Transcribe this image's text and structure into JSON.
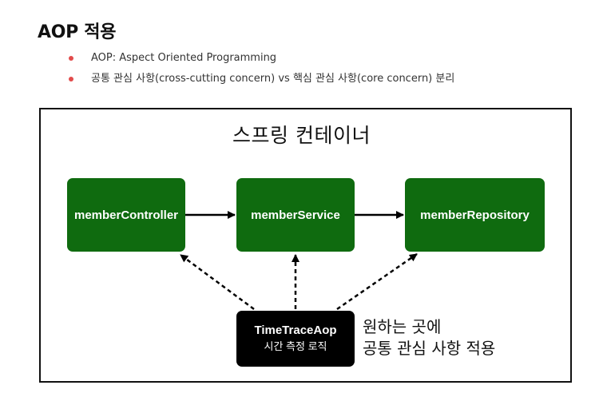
{
  "heading": "AOP 적용",
  "bullets": [
    "AOP: Aspect Oriented Programming",
    "공통 관심 사항(cross-cutting concern) vs 핵심 관심 사항(core concern) 분리"
  ],
  "diagram": {
    "container_label": "스프링 컨테이너",
    "nodes": {
      "controller": "memberController",
      "service": "memberService",
      "repository": "memberRepository"
    },
    "aop_box": {
      "title": "TimeTraceAop",
      "subtitle": "시간 측정 로직"
    },
    "note_lines": [
      "원하는 곳에",
      "공통 관심 사항 적용"
    ]
  },
  "colors": {
    "node_fill": "#0f6b0f",
    "aop_fill": "#000000",
    "bullet": "#e24b4b"
  }
}
